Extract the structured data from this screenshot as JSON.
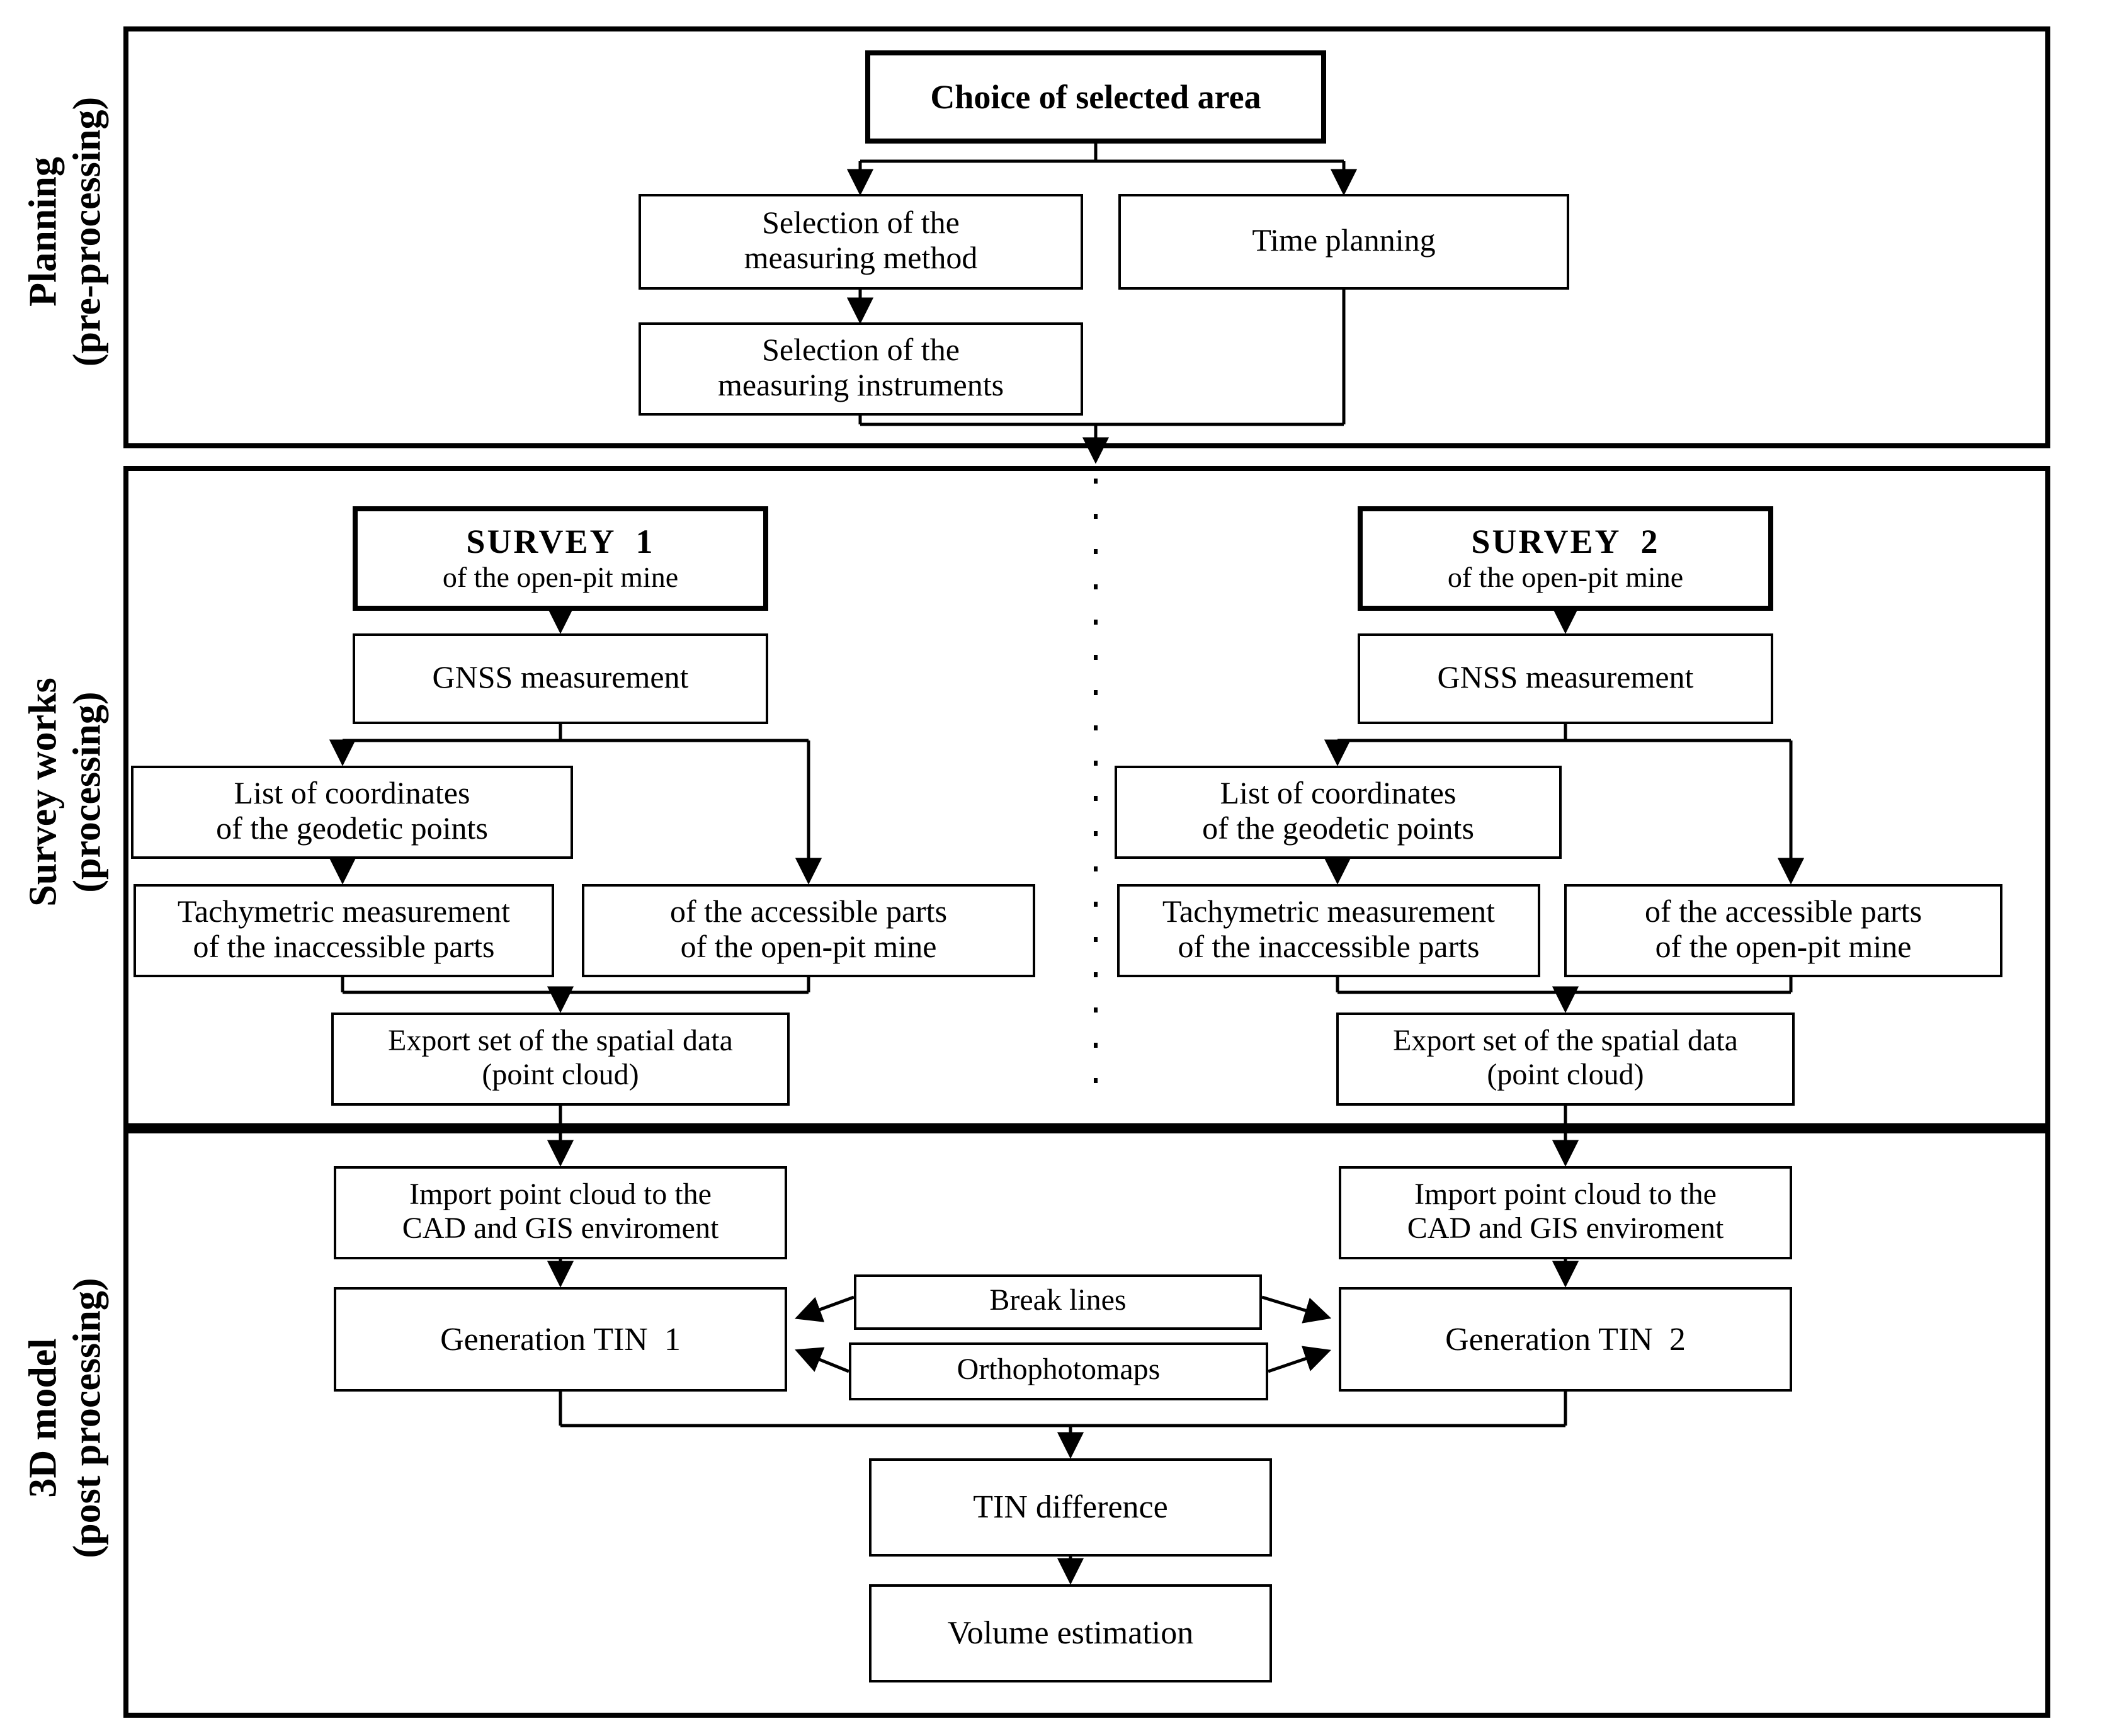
{
  "colors": {
    "ink": "#000000",
    "paper": "#ffffff"
  },
  "side_labels": {
    "planning": {
      "line1": "Planning",
      "line2": "(pre-processing)"
    },
    "survey": {
      "line1": "Survey works",
      "line2": "(processing)"
    },
    "model": {
      "line1": "3D model",
      "line2": "(post processing)"
    }
  },
  "planning": {
    "choice": "Choice of selected area",
    "method": "Selection of the\nmeasuring method",
    "time_planning": "Time planning",
    "instruments": "Selection of the\nmeasuring instruments"
  },
  "survey": {
    "survey1_title": "SURVEY  1",
    "survey2_title": "SURVEY  2",
    "survey_subtitle": "of the open-pit mine",
    "gnss": "GNSS measurement",
    "coordinates": "List of coordinates\nof the geodetic points",
    "tachymetric": "Tachymetric measurement\nof the inaccessible parts",
    "accessible": "of the accessible parts\nof the open-pit mine",
    "export": "Export set of the spatial data\n(point cloud)"
  },
  "model": {
    "import_env": "Import point cloud to the\nCAD and GIS enviroment",
    "tin1": "Generation TIN  1",
    "tin2": "Generation TIN  2",
    "break_lines": "Break lines",
    "orthophotomaps": "Orthophotomaps",
    "tin_difference": "TIN difference",
    "volume": "Volume estimation"
  }
}
